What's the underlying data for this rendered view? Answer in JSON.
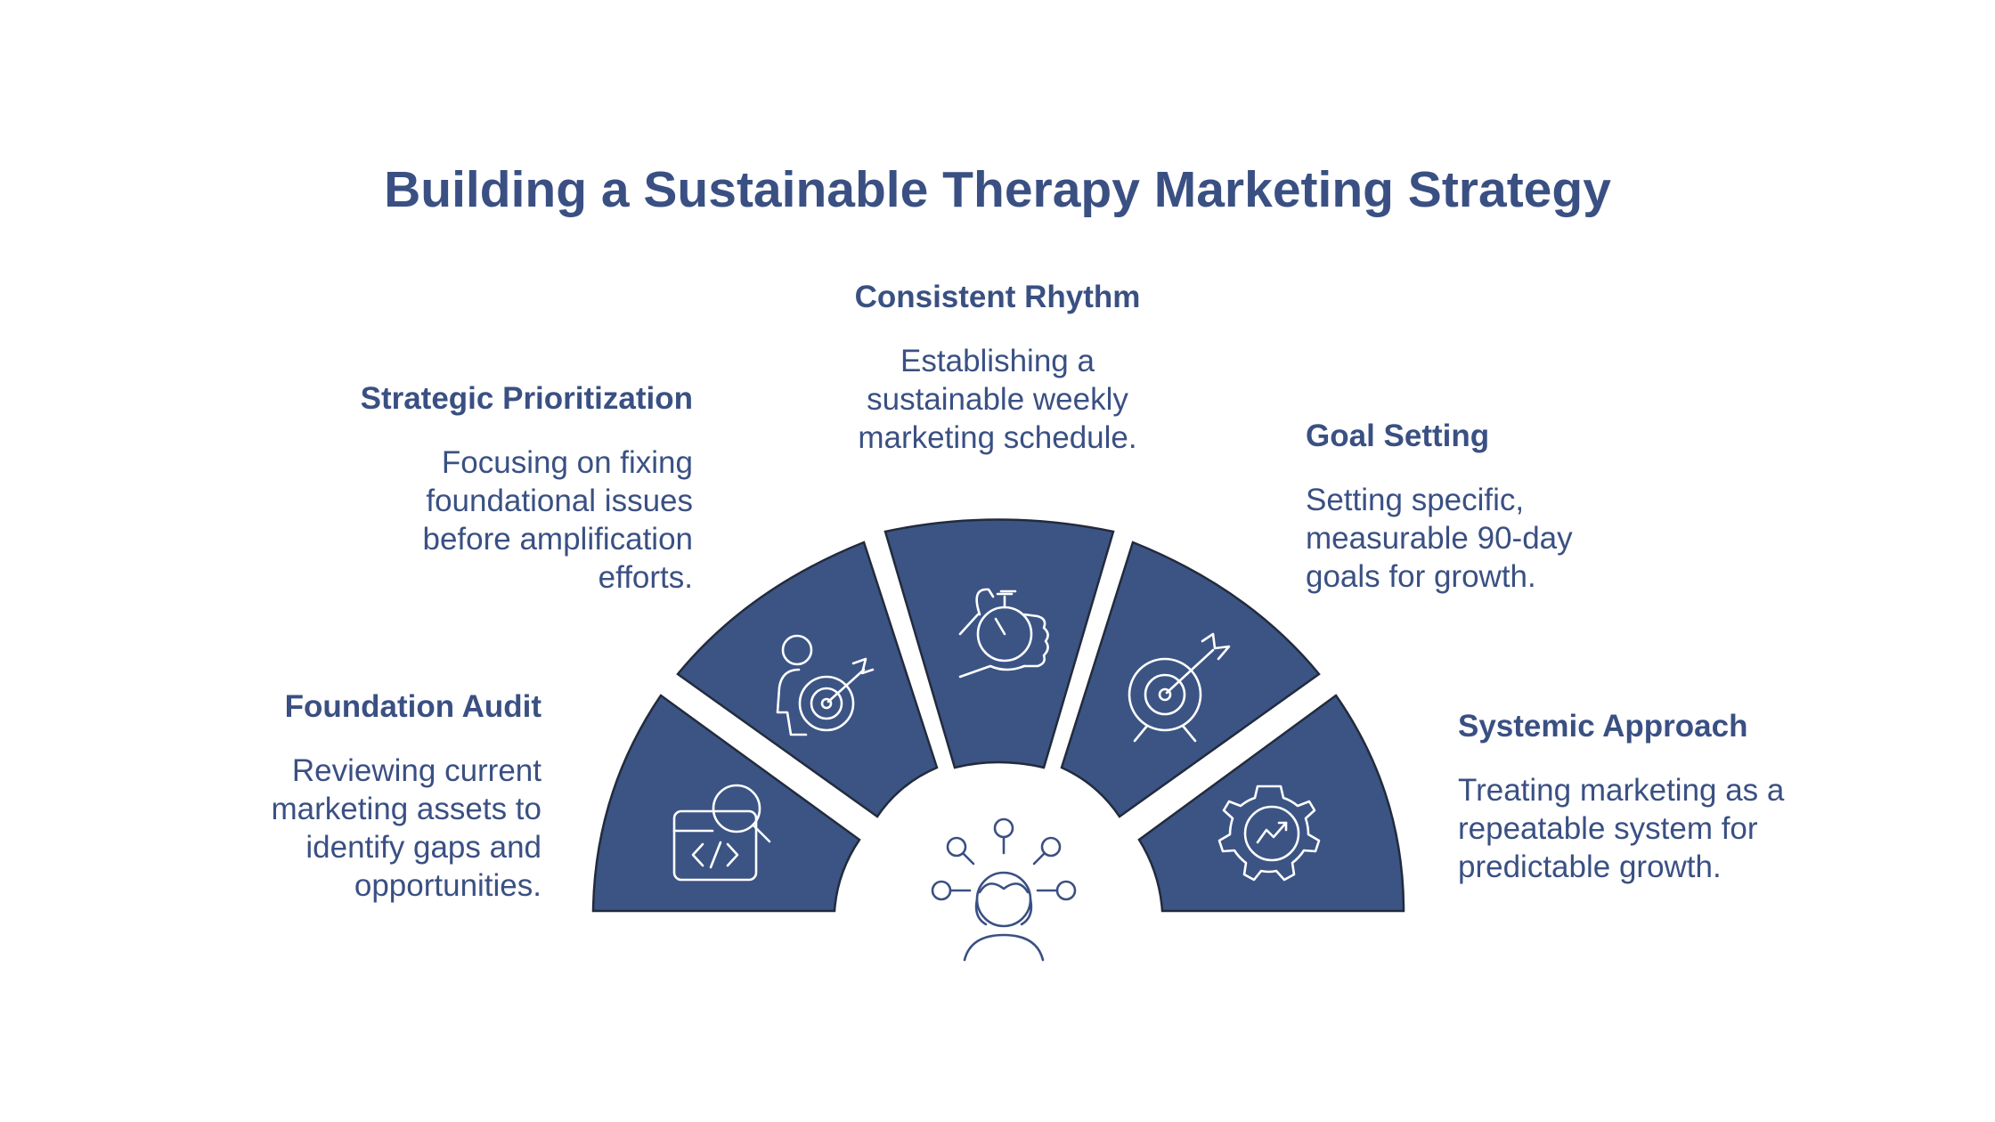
{
  "title": "Building a Sustainable Therapy Marketing Strategy",
  "colors": {
    "segment": "#3b5484",
    "text": "#3a5083",
    "outline": "#222b3d"
  },
  "steps": [
    {
      "heading": "Foundation Audit",
      "text": "Reviewing current\nmarketing assets to\nidentify gaps and\nopportunities.",
      "icon": "code-magnifier-icon"
    },
    {
      "heading": "Strategic Prioritization",
      "text": "Focusing on fixing\nfoundational issues\nbefore amplification\nefforts.",
      "icon": "person-target-icon"
    },
    {
      "heading": "Consistent Rhythm",
      "text": "Establishing a\nsustainable weekly\nmarketing schedule.",
      "icon": "hand-stopwatch-icon"
    },
    {
      "heading": "Goal Setting",
      "text": "Setting specific,\nmeasurable 90-day\ngoals for growth.",
      "icon": "target-arrow-icon"
    },
    {
      "heading": "Systemic Approach",
      "text": "Treating marketing as a\nrepeatable system for\npredictable growth.",
      "icon": "gear-chart-icon"
    }
  ],
  "center_icon": "person-ideas-icon"
}
